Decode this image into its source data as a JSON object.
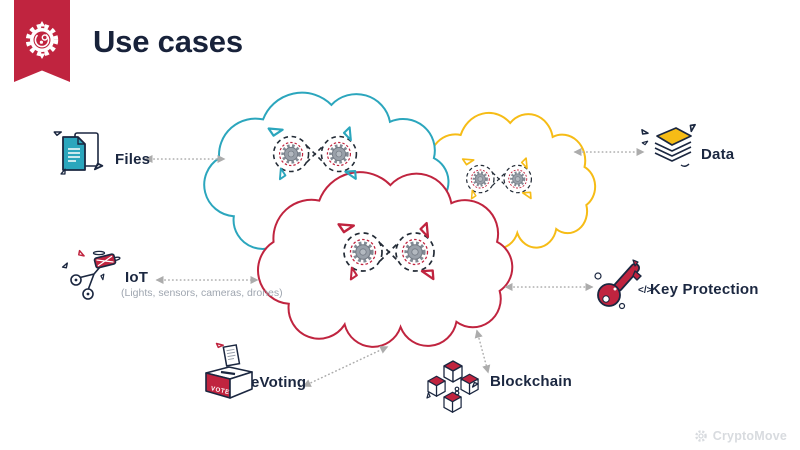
{
  "slide": {
    "title": "Use cases",
    "brand": "CryptoMove"
  },
  "use_cases": {
    "files": {
      "label": "Files"
    },
    "iot": {
      "label": "IoT",
      "sublabel": "(Lights, sensors, cameras, drones)"
    },
    "data": {
      "label": "Data"
    },
    "key_protection": {
      "label": "Key Protection",
      "icon_code": "</>"
    },
    "evoting": {
      "label": "eVoting",
      "box_text": "VOTE"
    },
    "blockchain": {
      "label": "Blockchain"
    }
  },
  "clouds": [
    {
      "name": "data-cloud",
      "color": "#F6BC16"
    },
    {
      "name": "files-cloud",
      "color": "#2BA6BD"
    },
    {
      "name": "main-cloud",
      "color": "#C0243F"
    }
  ],
  "connections": [
    {
      "from": "Files",
      "to": "files-cloud",
      "style": "dotted-double-arrow"
    },
    {
      "from": "IoT",
      "to": "main-cloud",
      "style": "dotted-double-arrow"
    },
    {
      "from": "Data",
      "to": "data-cloud",
      "style": "dotted-double-arrow"
    },
    {
      "from": "Key Protection",
      "to": "main-cloud",
      "style": "dotted-double-arrow"
    },
    {
      "from": "eVoting",
      "to": "main-cloud",
      "style": "dotted-double-arrow"
    },
    {
      "from": "Blockchain",
      "to": "main-cloud",
      "style": "dotted-double-arrow"
    }
  ],
  "icons": {
    "ribbon": "gear-logo",
    "files": "document",
    "iot": "drone",
    "data": "layer-stack",
    "key_protection": "key",
    "evoting": "ballot-box",
    "blockchain": "cubes",
    "footer": "gear-logo"
  },
  "colors": {
    "crimson": "#C0243F",
    "teal": "#2BA6BD",
    "yellow": "#F6BC16",
    "navy_text": "#1B2740",
    "muted_text": "#9FA6B0",
    "connector_gray": "#ACACAC",
    "logo_gray": "#D8DBDF"
  }
}
